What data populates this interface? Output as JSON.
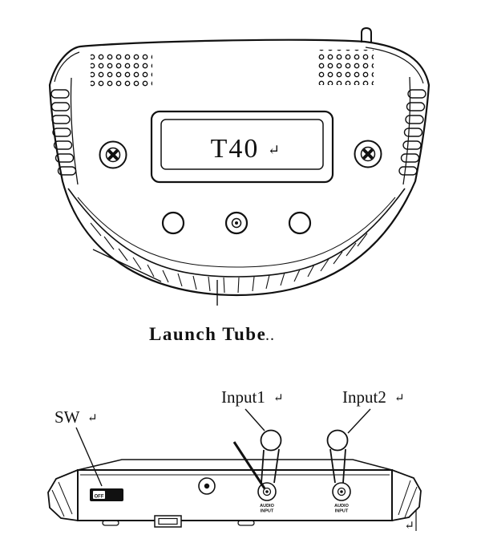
{
  "marks": {
    "return": "↵"
  },
  "top_view": {
    "display_text": "T40",
    "caption": "Launch Tube",
    "caption_dots": ".."
  },
  "rear_view": {
    "sw_label": "SW",
    "input1_label": "Input1",
    "input2_label": "Input2",
    "switch_label": "OFF",
    "jack_label_line1": "AUDIO",
    "jack_label_line2": "INPUT"
  },
  "colors": {
    "ink": "#111111",
    "paper": "#ffffff"
  }
}
